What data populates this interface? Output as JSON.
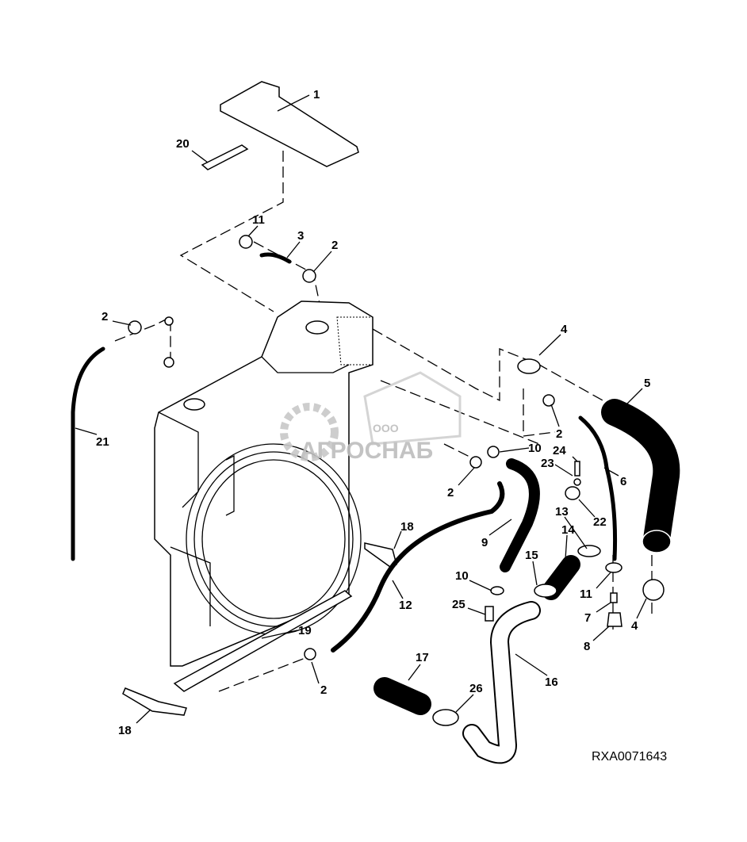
{
  "diagram": {
    "callouts": [
      "1",
      "20",
      "11",
      "3",
      "2",
      "2",
      "21",
      "4",
      "5",
      "2",
      "10",
      "24",
      "23",
      "6",
      "2",
      "13",
      "22",
      "9",
      "18",
      "14",
      "15",
      "11",
      "10",
      "12",
      "7",
      "4",
      "25",
      "8",
      "19",
      "16",
      "17",
      "2",
      "26",
      "18"
    ],
    "drawing_code": "RXA0071643",
    "watermark": {
      "small": "ООО",
      "large": "АГРОСНАБ"
    }
  },
  "colors": {
    "line": "#000000",
    "watermark": "#bdbdbd",
    "background": "#ffffff"
  }
}
